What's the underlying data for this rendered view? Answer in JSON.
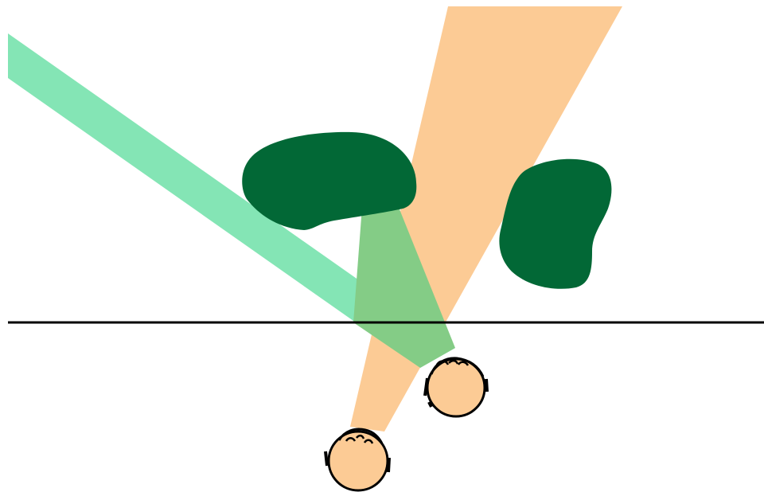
{
  "colors": {
    "background": "#ffffff",
    "green_beam": "#84e5b5",
    "orange_beam": "#fccb95",
    "overlap": "#84cc86",
    "obstacle": "#026836",
    "line": "#000000",
    "head_fill": "#fccb95",
    "head_stroke": "#000000"
  },
  "scene": {
    "obstacles": [
      "obstacle",
      "obstacle"
    ],
    "people": [
      "person",
      "person"
    ],
    "beams": [
      "green-sight-beam",
      "orange-sight-beam"
    ]
  }
}
